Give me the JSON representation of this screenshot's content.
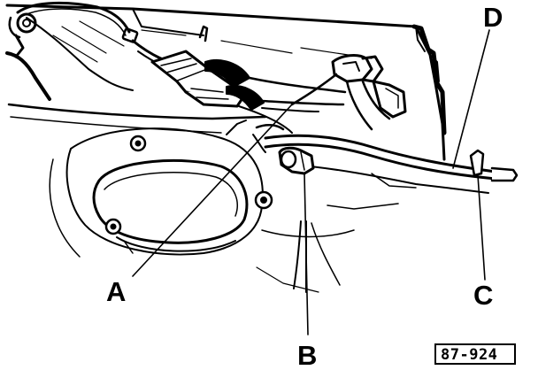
{
  "callouts": {
    "a": "A",
    "b": "B",
    "c": "C",
    "d": "D"
  },
  "figure_number": "87-924",
  "colors": {
    "ink": "#000000",
    "paper": "#ffffff"
  }
}
